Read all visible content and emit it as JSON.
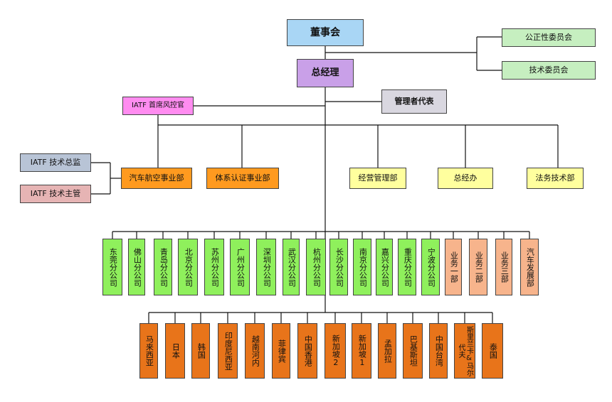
{
  "colors": {
    "board": "#a9d6f5",
    "gm": "#c9a0e8",
    "committee": "#c6efc0",
    "risk": "#ff8cf0",
    "mgmt_rep": "#d9d7e0",
    "tech_director": "#b8c4d6",
    "tech_supervisor": "#e6b4b4",
    "orange": "#ff9a1f",
    "yellow": "#ffff9e",
    "branch": "#8ff05c",
    "business": "#f7b48c",
    "overseas": "#e8741a",
    "line": "#111111"
  },
  "top": {
    "board": "董事会",
    "gm": "总经理",
    "fairness_committee": "公正性委员会",
    "tech_committee": "技术委员会",
    "risk_officer": "IATF 首席风控官",
    "mgmt_rep": "管理者代表",
    "tech_director": "IATF 技术总监",
    "tech_supervisor": "IATF 技术主管"
  },
  "divisions": [
    "汽车航空事业部",
    "体系认证事业部",
    "经营管理部",
    "总经办",
    "法务技术部"
  ],
  "branches": [
    "东莞分公司",
    "佛山分公司",
    "青岛分公司",
    "北京分公司",
    "苏州分公司",
    "广州分公司",
    "深圳分公司",
    "武汉分公司",
    "杭州分公司",
    "长沙分公司",
    "南京分公司",
    "嘉兴分公司",
    "重庆分公司",
    "宁波分公司"
  ],
  "business_units": [
    "业务一部",
    "业务二部",
    "业务三部",
    "汽车发展部"
  ],
  "overseas": [
    "马来西亚",
    "日本",
    "韩国",
    "印度尼西亚",
    "越南河内",
    "菲律宾",
    "中国香港",
    "新加坡2",
    "新加坡1",
    "孟加拉",
    "巴基斯坦",
    "中国台湾",
    "斯里兰卡&马尔代夫",
    "泰国"
  ]
}
